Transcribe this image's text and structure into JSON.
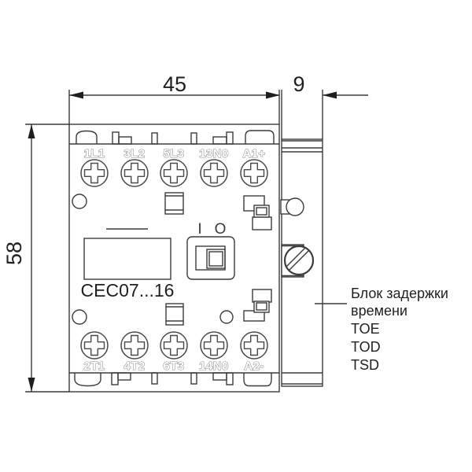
{
  "dimensions": {
    "width": "45",
    "depth": "9",
    "height": "58"
  },
  "front_view": {
    "model": "CEC07...16",
    "top_terminals": [
      "1L1",
      "3L2",
      "5L3",
      "13N0",
      "A1+"
    ],
    "bottom_terminals": [
      "2T1",
      "4T2",
      "6T3",
      "14N0",
      "A2-"
    ],
    "indicator_on": "I",
    "indicator_off": "O"
  },
  "annotation": {
    "line1": "Блок задержки",
    "line2": "времени",
    "line3": "TOE",
    "line4": "TOD",
    "line5": "TSD"
  },
  "icons": {
    "phillips_screw": "cross-in-circle",
    "slotted_screw": "diagonal-slot-in-circle",
    "dimension_arrow": "filled-triangle"
  },
  "colors": {
    "line": "#3c3c3c",
    "label_outline": "#8f8f8f",
    "text": "#1f1f1f",
    "background": "#ffffff"
  }
}
